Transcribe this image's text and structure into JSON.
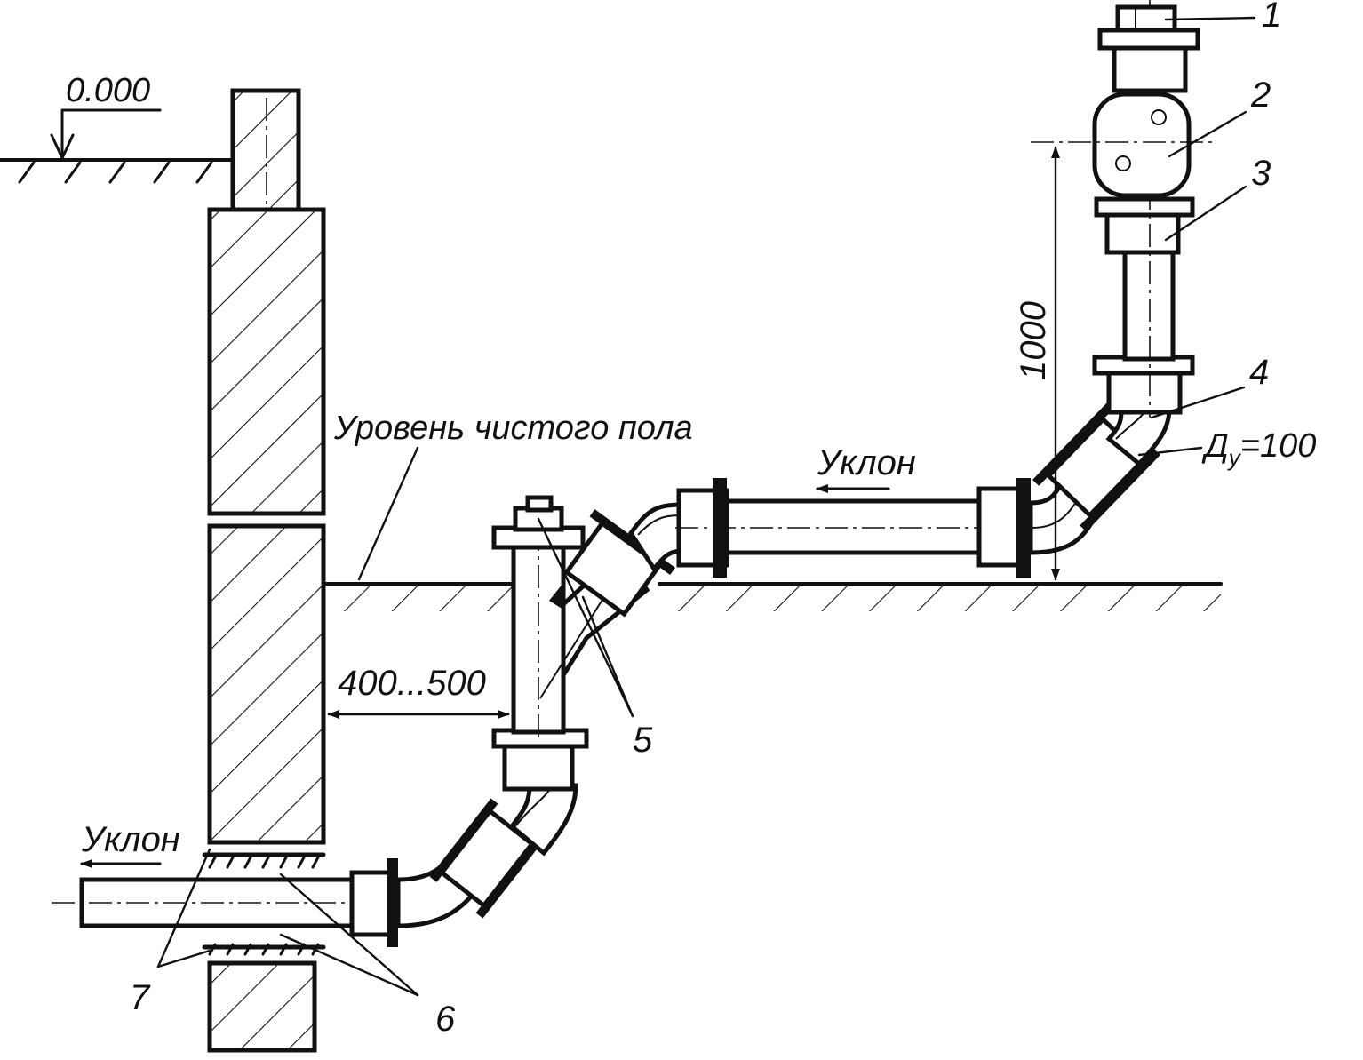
{
  "labels": {
    "datum_level": "0.000",
    "floor_level": "Уровень чистого пола",
    "slope_upper": "Уклон",
    "slope_lower": "Уклон",
    "distance_to_wall": "400...500",
    "height_dimension": "1000",
    "diameter_prefix": "Д",
    "diameter_subscript": "у",
    "diameter_value": "=100"
  },
  "callouts": {
    "c1": "1",
    "c2": "2",
    "c3": "3",
    "c4": "4",
    "c5": "5",
    "c6": "6",
    "c7": "7"
  },
  "colors": {
    "ink": "#111111",
    "paper": "#ffffff"
  }
}
